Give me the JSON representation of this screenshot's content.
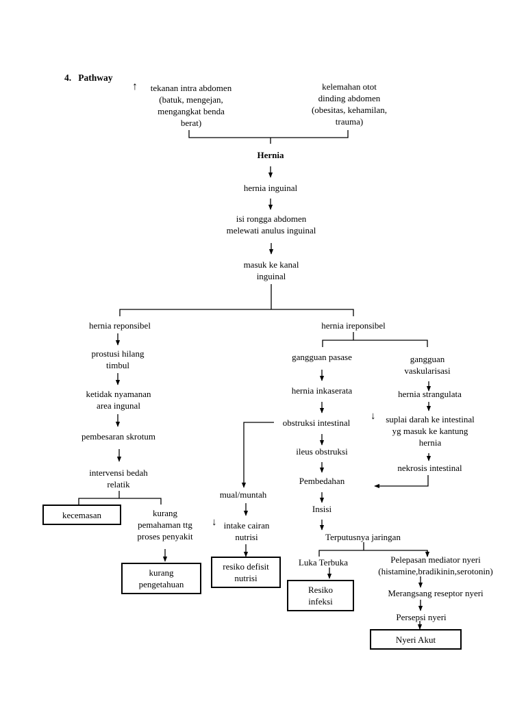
{
  "section": {
    "number": "4.",
    "title": "Pathway"
  },
  "up_arrow": "↑",
  "down_arrow": "↓",
  "causes": {
    "pressure": "tekanan intra abdomen\n(batuk, mengejan,\nmengangkat benda\nberat)",
    "weakness": "kelemahan otot\ndinding abdomen\n(obesitas, kehamilan,\ntrauma)"
  },
  "main": {
    "hernia": "Hernia",
    "inguinal": "hernia inguinal",
    "contents": "isi rongga abdomen\nmelewati anulus inguinal",
    "canal": "masuk ke kanal\ninguinal"
  },
  "reducible": {
    "title": "hernia reponsibel",
    "protrusion": "prostusi hilang\ntimbul",
    "discomfort": "ketidak nyamanan\narea ingunal",
    "scrotum": "pembesaran skrotum",
    "surgery": "intervensi bedah\nrelatik",
    "anxiety": "kecemasan",
    "lack_understanding": "kurang\npemahaman ttg\nproses penyakit",
    "knowledge_deficit": "kurang\npengetahuan"
  },
  "irreducible": {
    "title": "hernia ireponsibel",
    "passage": "gangguan pasase",
    "incarcerated": "hernia inkaserata",
    "obstruction": "obstruksi intestinal",
    "ileus": "ileus obstruksi",
    "operation": "Pembedahan",
    "incision": "Insisi",
    "tissue": "Terputusnya jaringan",
    "vascular": "gangguan\nvaskularisasi",
    "strangulated": "hernia strangulata",
    "blood_supply": "suplai darah ke intestinal\nyg masuk ke kantung\nhernia",
    "necrosis": "nekrosis intestinal",
    "nausea": "mual/muntah",
    "intake": "intake cairan\nnutrisi",
    "nutrition_risk": "resiko defisit\nnutrisi",
    "open_wound": "Luka Terbuka",
    "infection_risk": "Resiko\ninfeksi",
    "mediators": "Pelepasan mediator nyeri\n(histamine,bradikinin,serotonin)",
    "receptor": "Merangsang reseptor nyeri",
    "perception": "Persepsi nyeri",
    "acute_pain": "Nyeri Akut"
  }
}
